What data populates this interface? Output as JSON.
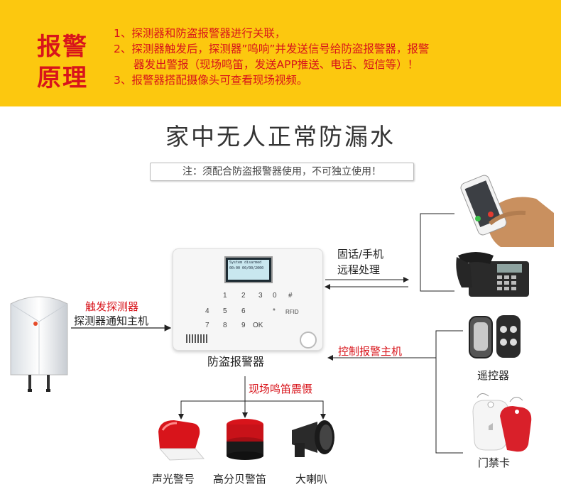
{
  "header": {
    "title_line1": "报警",
    "title_line2": "原理",
    "line1": "1、探测器和防盗报警器进行关联，",
    "line2": "2、探测器触发后，探测器”呜响”并发送信号给防盗报警器，报警",
    "line3": "器发出警报（现场鸣笛，发送APP推送、电话、短信等）！",
    "line4": "3、报警器搭配摄像头可查看现场视频。"
  },
  "main_title": "家中无人正常防漏水",
  "note": "注：须配合防盗报警器使用，不可独立使用！",
  "detector": {
    "trigger_label": "触发探测器",
    "notify_label": "探测器通知主机"
  },
  "panel": {
    "label": "防盗报警器",
    "screen_line1": "System disarmed",
    "screen_line2": "00:00 00/00/2000",
    "keys": [
      "1",
      "2",
      "3",
      "4",
      "5",
      "6",
      "7",
      "8",
      "9",
      "*",
      "0",
      "#",
      "OK"
    ],
    "rfid": "RFID"
  },
  "remote_label_line1": "固话/手机",
  "remote_label_line2": "远程处理",
  "control_label": "控制报警主机",
  "siren_label": "现场鸣笛震慑",
  "devices": {
    "remote_control": "遥控器",
    "access_card": "门禁卡",
    "strobe_siren": "声光警号",
    "high_db_siren": "高分贝警笛",
    "horn": "大喇叭"
  },
  "colors": {
    "header_bg": "#fcc80f",
    "accent_red": "#d8141b"
  }
}
